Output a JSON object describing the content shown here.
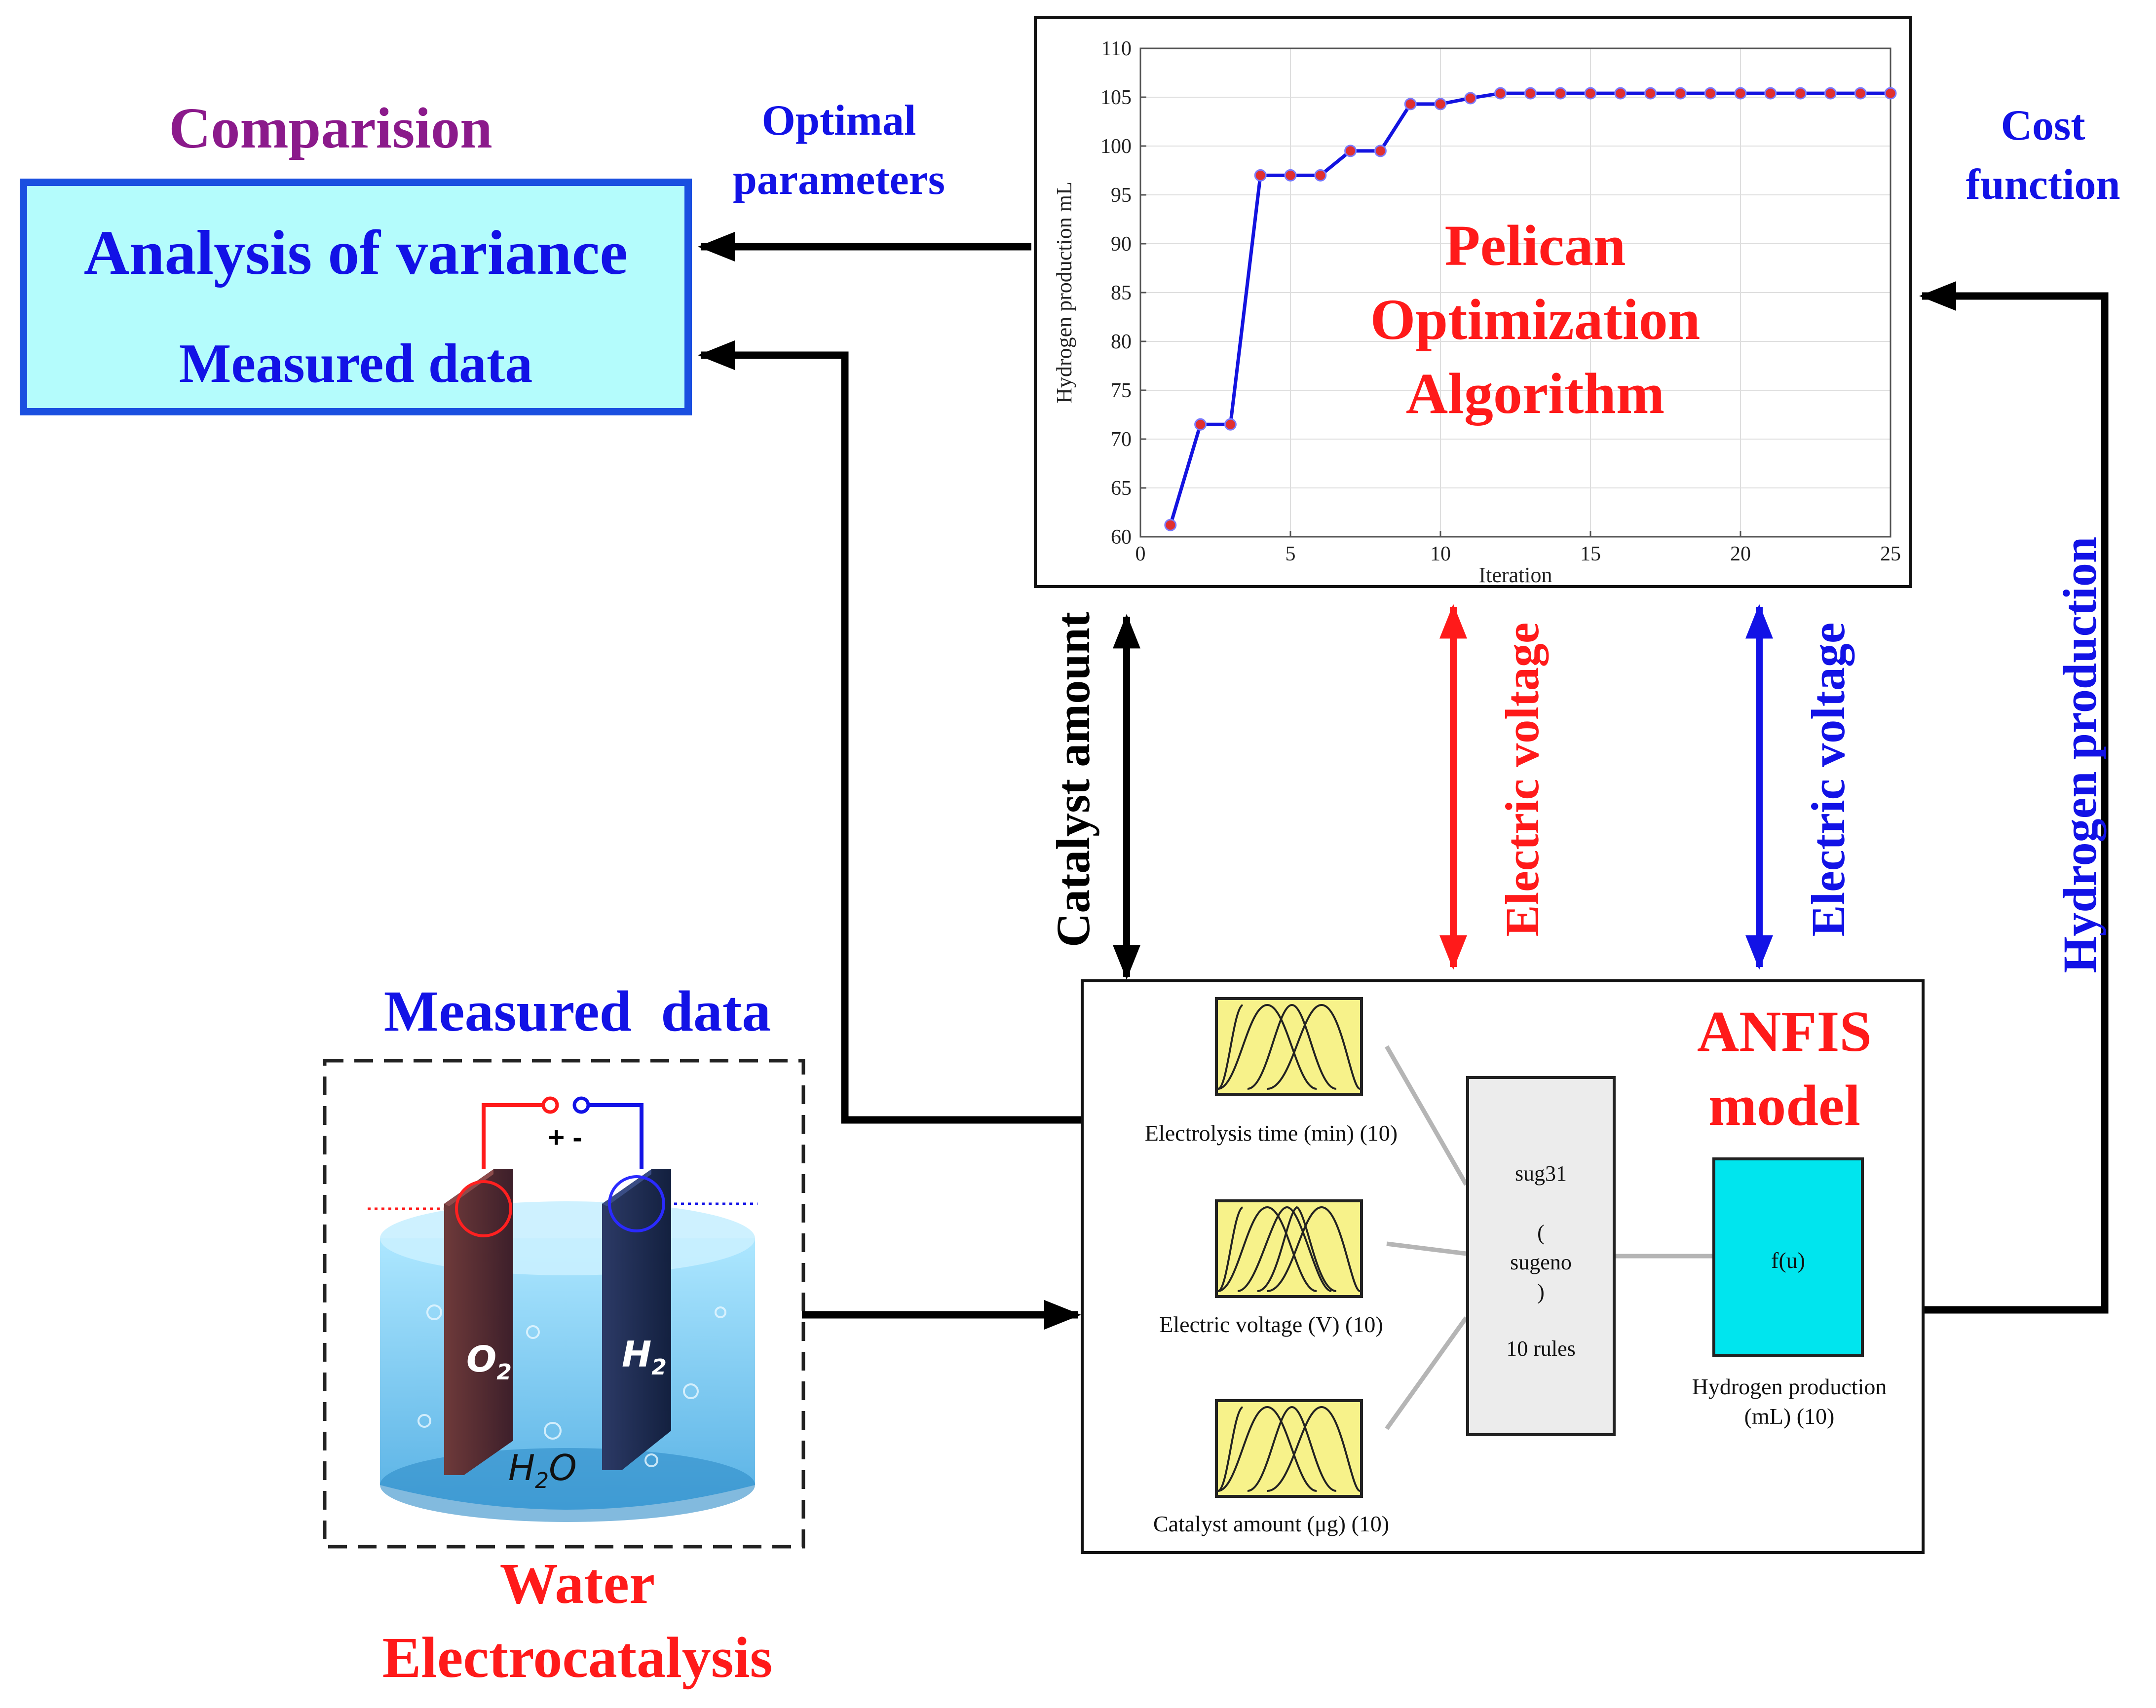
{
  "colors": {
    "red": "#ff1a1a",
    "blue": "#1212e6",
    "purple": "#8b1a8b",
    "black": "#000000",
    "anova_fill": "#b4fcfc",
    "anova_border": "#1a4fe0",
    "mf_fill": "#f7f28a",
    "output_fill": "#00e5ee",
    "rule_fill": "#ececec",
    "chart_line": "#1313e0",
    "chart_marker": "#e03030"
  },
  "texts": {
    "comparison_title": "Comparision",
    "anova_title": "Analysis of variance",
    "anova_sub": "Measured data",
    "optimal_line1": "Optimal",
    "optimal_line2": "parameters",
    "cost_line1": "Cost",
    "cost_line2": "function",
    "poa_line1": "Pelican",
    "poa_line2": "Optimization",
    "poa_line3": "Algorithm",
    "catalyst_amount": "Catalyst amount",
    "electric_voltage_red": "Electric voltage",
    "electric_voltage_blue": "Electric voltage",
    "hydrogen_production": "Hydrogen production",
    "measured_data": "Measured  data",
    "water_line1": "Water",
    "water_line2": "Electrocatalysis",
    "anfis_line1": "ANFIS",
    "anfis_line2": "model",
    "input1": "Electrolysis time (min) (10)",
    "input2": "Electric voltage (V) (10)",
    "input3": "Catalyst amount (μg) (10)",
    "rule_line1": "sug31",
    "rule_line2": "(",
    "rule_line3": "sugeno",
    "rule_line4": ")",
    "rule_line5": "10 rules",
    "output_func": "f(u)",
    "output_line1": "Hydrogen production",
    "output_line2": "(mL) (10)",
    "polarity": "+ -",
    "label_o2": "O",
    "label_o2_sub": "2",
    "label_h2": "H",
    "label_h2_sub": "2",
    "label_water": "H",
    "label_water_sub": "2",
    "label_water_end": "O"
  },
  "chart_data": {
    "type": "line",
    "xlabel": "Iteration",
    "ylabel": "Hydrogen production mL",
    "xlim": [
      0,
      25
    ],
    "ylim": [
      60,
      110
    ],
    "xticks": [
      0,
      5,
      10,
      15,
      20,
      25
    ],
    "yticks": [
      60,
      65,
      70,
      75,
      80,
      85,
      90,
      95,
      100,
      105,
      110
    ],
    "grid": true,
    "x": [
      1,
      2,
      3,
      4,
      5,
      6,
      7,
      8,
      9,
      10,
      11,
      12,
      13,
      14,
      15,
      16,
      17,
      18,
      19,
      20,
      21,
      22,
      23,
      24,
      25
    ],
    "y": [
      61.2,
      71.5,
      71.5,
      97.0,
      97.0,
      97.0,
      99.5,
      99.5,
      104.3,
      104.3,
      104.9,
      105.4,
      105.4,
      105.4,
      105.4,
      105.4,
      105.4,
      105.4,
      105.4,
      105.4,
      105.4,
      105.4,
      105.4,
      105.4,
      105.4
    ]
  }
}
